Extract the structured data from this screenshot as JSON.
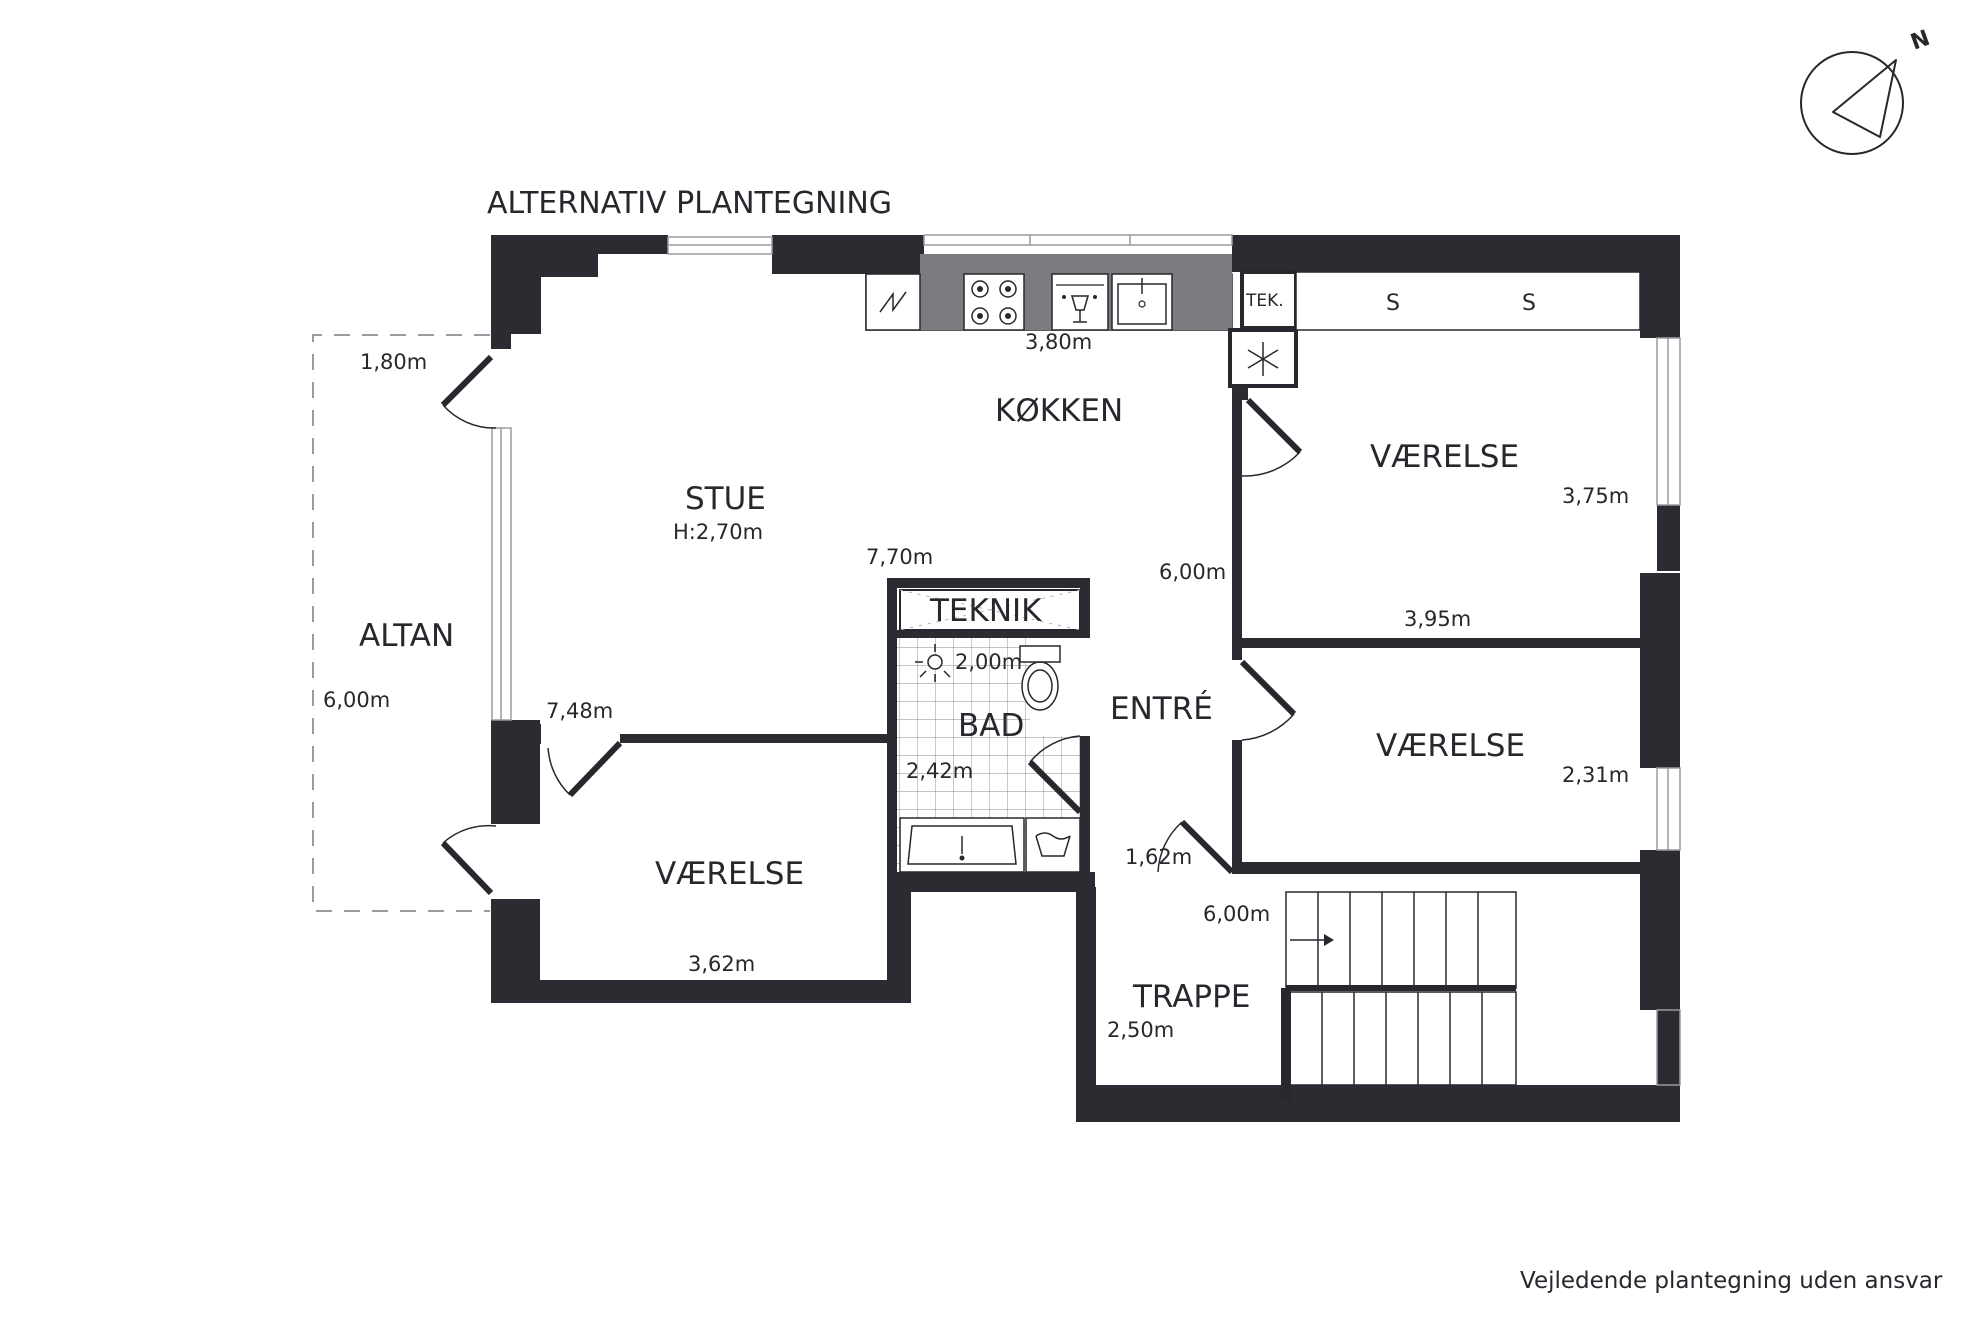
{
  "title": "ALTERNATIV PLANTEGNING",
  "disclaimer": "Vejledende plantegning uden ansvar",
  "compass": {
    "north_label": "N"
  },
  "rooms": {
    "kitchen": "KØKKEN",
    "living": "STUE",
    "living_height": "H:2,70m",
    "bedroom_right_top": "VÆRELSE",
    "bedroom_right_bottom": "VÆRELSE",
    "bedroom_left": "VÆRELSE",
    "entrance": "ENTRÉ",
    "bath": "BAD",
    "technical": "TEKNIK",
    "stairs": "TRAPPE",
    "balcony": "ALTAN",
    "tech_small": "TEK."
  },
  "wardrobe_labels": [
    "S",
    "S"
  ],
  "dimensions": {
    "kitchen_width": "3,80m",
    "living_depth": "7,70m",
    "entrance_length": "6,00m",
    "bedroom_rt_depth": "3,75m",
    "bedroom_rt_width": "3,95m",
    "bedroom_rb_depth": "2,31m",
    "bath_width": "2,00m",
    "bath_depth": "2,42m",
    "living_width": "7,48m",
    "bedroom_left_width": "3,62m",
    "hall_width": "1,62m",
    "stairs_length": "6,00m",
    "stairs_width": "2,50m",
    "balcony_width": "1,80m",
    "balcony_length": "6,00m"
  },
  "colors": {
    "wall": "#2b2b31",
    "counter": "#7b7b80",
    "line": "#27272d",
    "window": "#bfbfbf"
  },
  "icons": [
    "north-arrow-icon",
    "stove-icon",
    "dishwasher-icon",
    "sink-icon",
    "freezer-icon",
    "toilet-icon",
    "shower-icon",
    "washbasin-icon",
    "washing-machine-icon",
    "stair-direction-arrow-icon",
    "fridge-icon"
  ]
}
